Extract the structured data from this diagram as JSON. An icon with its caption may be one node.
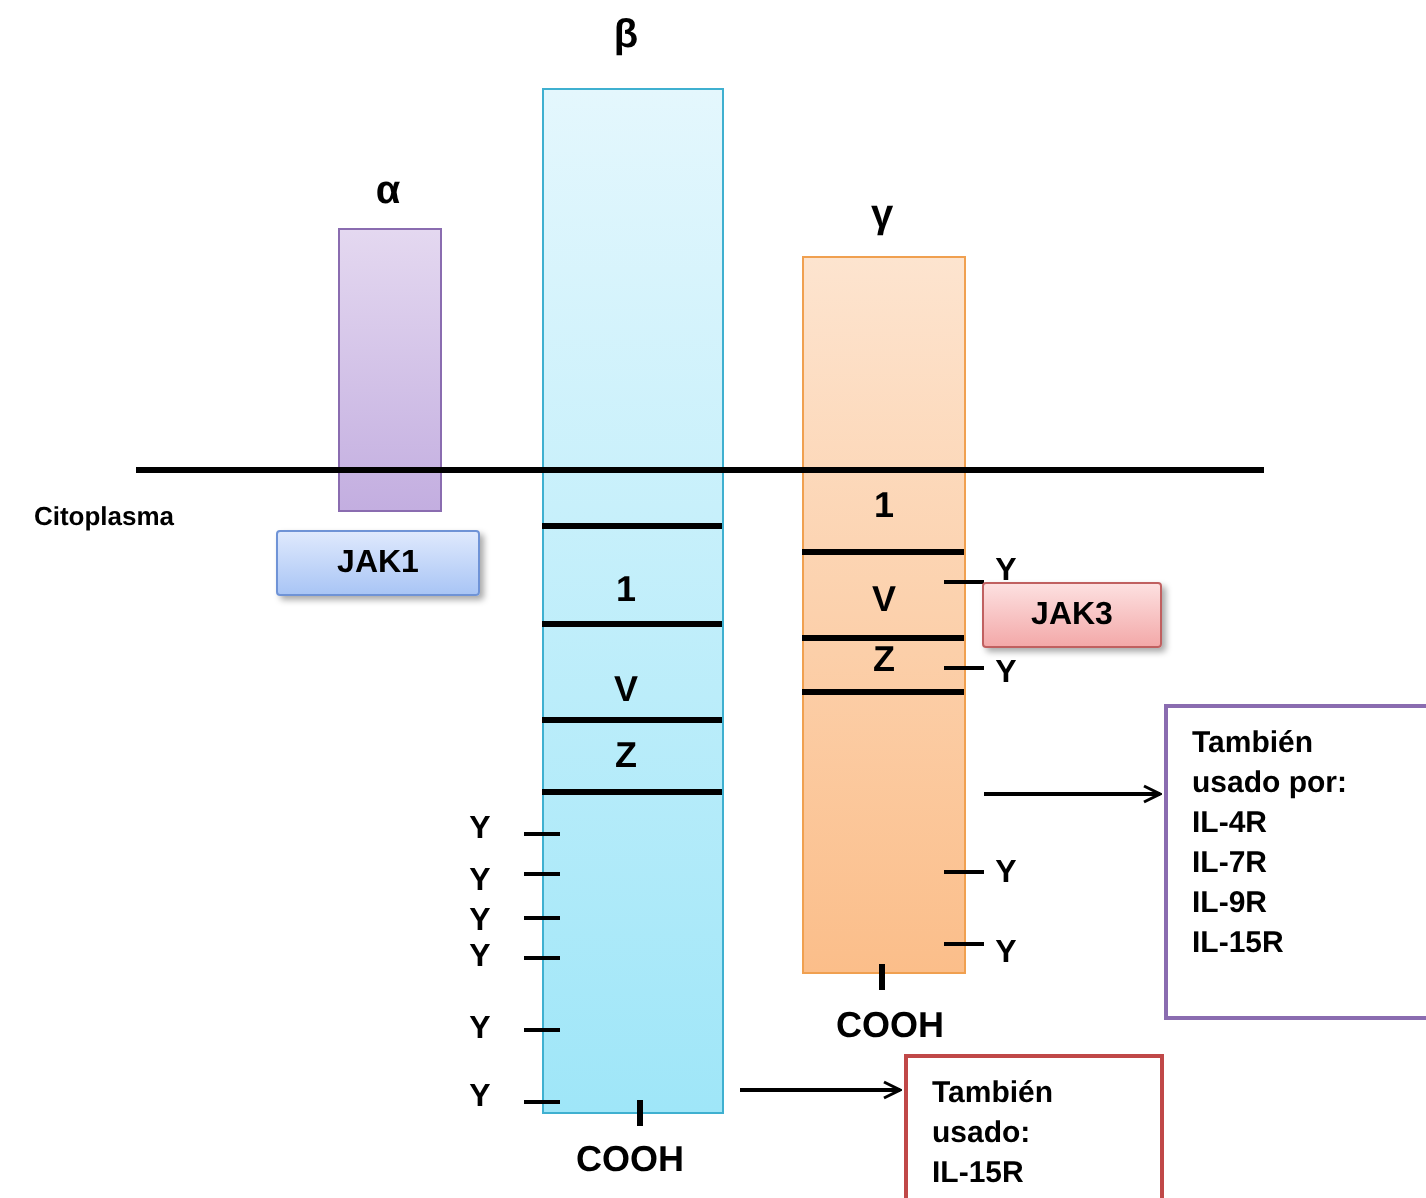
{
  "diagram": {
    "nodes": [
      {
        "text": [
          "α"
        ]
      },
      {
        "text": [
          "β"
        ]
      },
      {
        "text": [
          "γ"
        ]
      },
      {
        "text": [
          "JAK1"
        ]
      },
      {
        "text": [
          "JAK3"
        ]
      },
      {
        "text": [
          "También usado por:",
          "IL-4R",
          "IL-7R",
          "IL-9R",
          "IL-15R"
        ]
      },
      {
        "text": [
          "También usado:",
          "IL-15R"
        ]
      }
    ],
    "edges": [
      {
        "from": 2,
        "to": 5,
        "arrow": "to"
      },
      {
        "from": 1,
        "to": 6,
        "arrow": "to"
      }
    ],
    "labels": [
      "Citoplasma",
      "1",
      "V",
      "Z",
      "Y",
      "Y",
      "Y",
      "Y",
      "Y",
      "Y",
      "COOH",
      "1",
      "Y",
      "V",
      "Z",
      "Y",
      "Y",
      "Y",
      "COOH"
    ]
  }
}
